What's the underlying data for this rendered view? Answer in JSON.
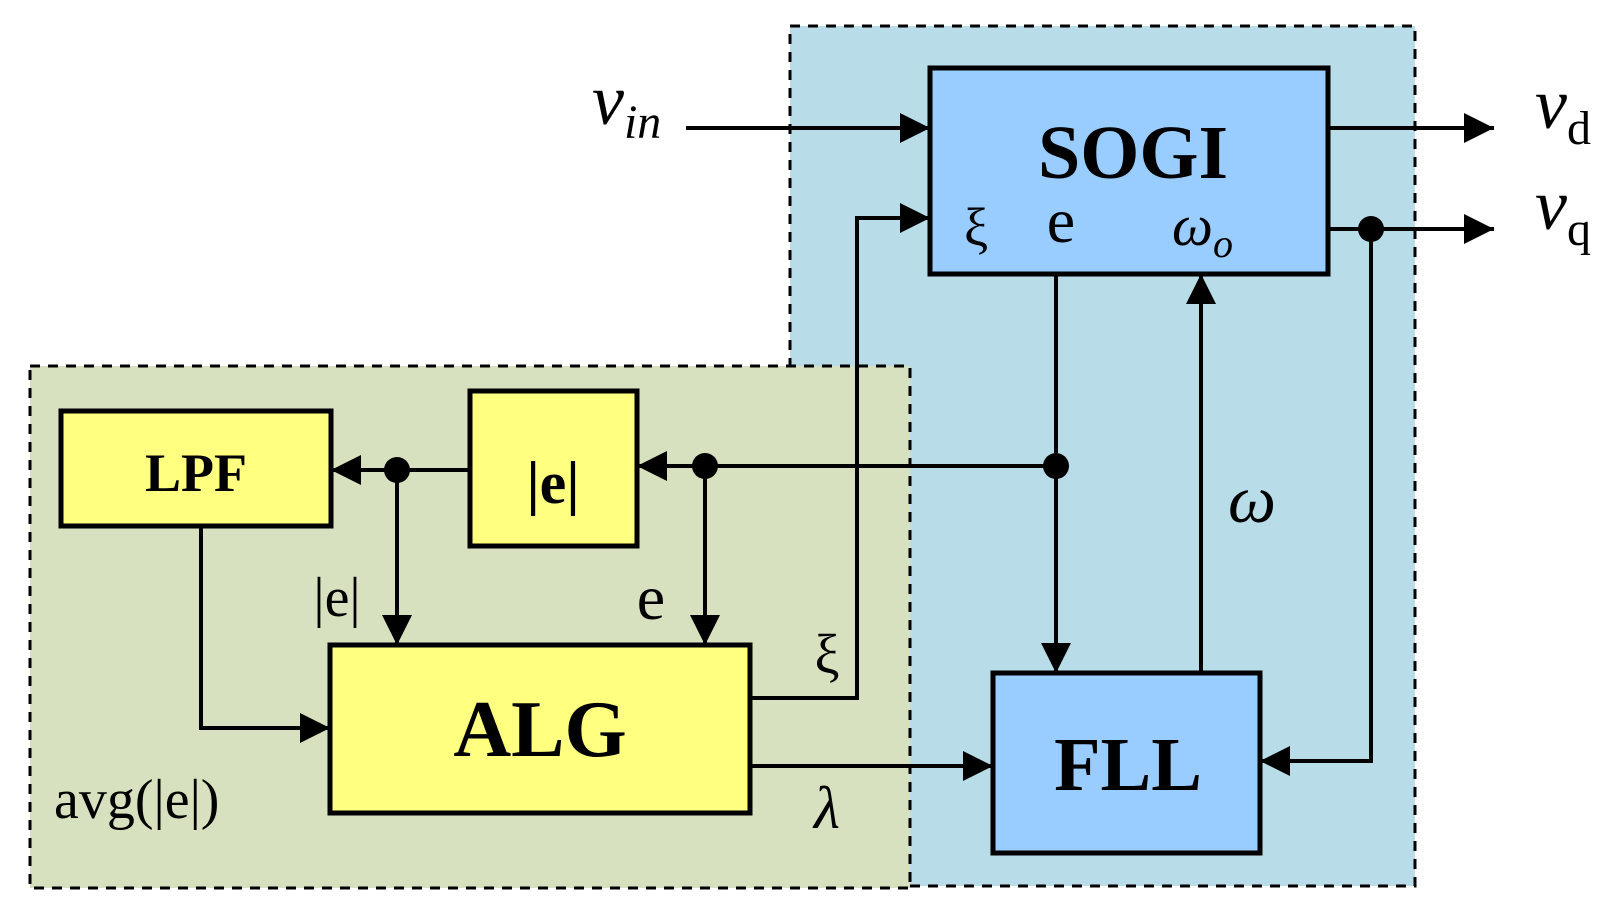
{
  "blocks": {
    "sogi": "SOGI",
    "fll": "FLL",
    "lpf": "LPF",
    "abs_e": "|e|",
    "alg": "ALG"
  },
  "sogi_ports": {
    "xi": "ξ",
    "e": "e",
    "omega_o_main": "ω",
    "omega_o_sub": "o"
  },
  "signals": {
    "v_in_main": "v",
    "v_in_sub": "in",
    "v_d_main": "v",
    "v_d_sub": "d",
    "v_q_main": "v",
    "v_q_sub": "q",
    "omega": "ω",
    "abs_e_label": "|e|",
    "e_label": "e",
    "xi_label": "ξ",
    "lambda_label": "λ",
    "avg_label": "avg(|e|)"
  },
  "colors": {
    "sogi_region": "#b9dde8",
    "alg_region": "#d7e1bf",
    "blue_block": "#99ccff",
    "yellow_block": "#ffff80",
    "line": "#000000"
  }
}
